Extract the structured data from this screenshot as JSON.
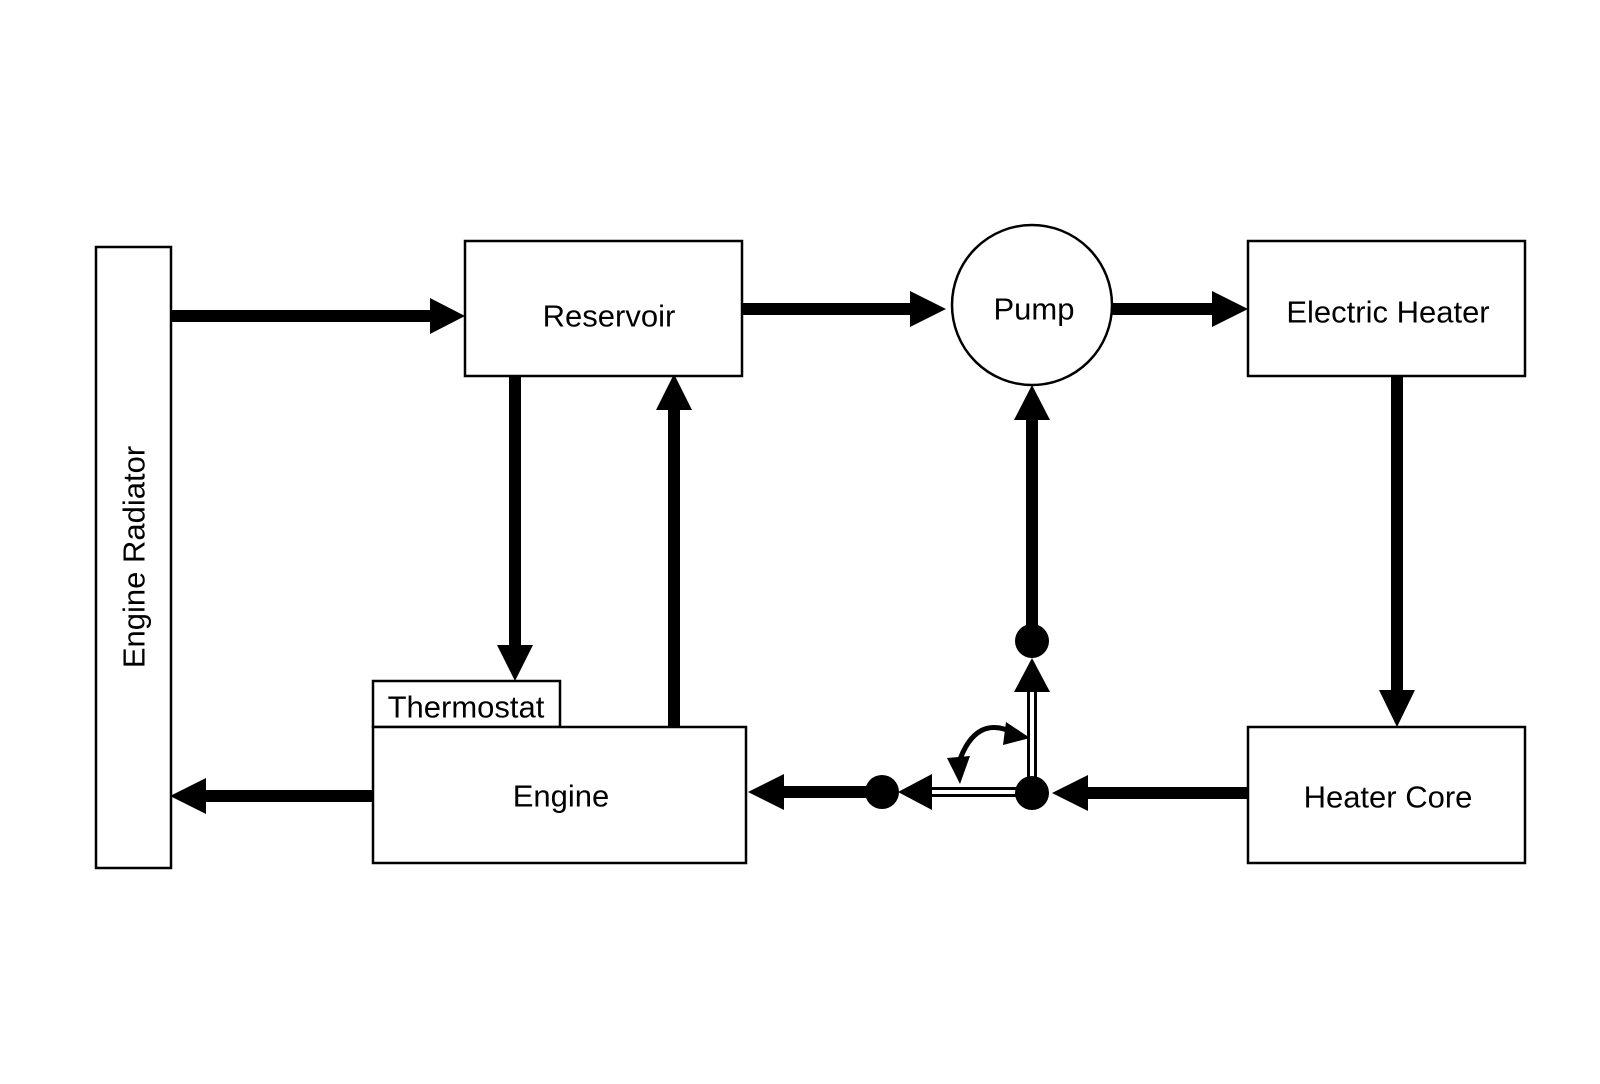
{
  "components": {
    "engine_radiator": "Engine Radiator",
    "reservoir": "Reservoir",
    "pump": "Pump",
    "electric_heater": "Electric Heater",
    "thermostat": "Thermostat",
    "engine": "Engine",
    "heater_core": "Heater Core"
  },
  "colors": {
    "line": "#000000",
    "background": "#ffffff"
  }
}
